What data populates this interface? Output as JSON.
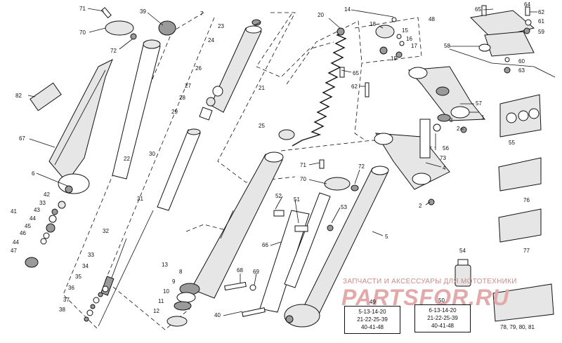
{
  "callouts": [
    "71",
    "39",
    "70",
    "72",
    "82",
    "67",
    "6",
    "42",
    "33",
    "43",
    "41",
    "44",
    "45",
    "46",
    "44",
    "47",
    "7",
    "22",
    "23",
    "24",
    "26",
    "27",
    "28",
    "29",
    "30",
    "31",
    "32",
    "33",
    "34",
    "35",
    "36",
    "37",
    "38",
    "13",
    "8",
    "9",
    "10",
    "11",
    "12",
    "20",
    "21",
    "25",
    "14",
    "18",
    "15",
    "16",
    "17",
    "19",
    "48",
    "65",
    "62",
    "64",
    "65",
    "62",
    "61",
    "59",
    "58",
    "60",
    "63",
    "1",
    "57",
    "2",
    "3",
    "56",
    "73",
    "4",
    "2",
    "55",
    "71",
    "72",
    "70",
    "52",
    "51",
    "53",
    "5",
    "66",
    "68",
    "69",
    "40",
    "54",
    "76",
    "77"
  ],
  "kits": [
    {
      "label": "49",
      "lines": [
        "5-13-14-20",
        "21-22-25-39",
        "40-41-48"
      ]
    },
    {
      "label": "50",
      "lines": [
        "6-13-14-20",
        "21-22-25-39",
        "40-41-48"
      ]
    }
  ],
  "tool_label": "78, 79, 80, 81",
  "watermark": {
    "top_text": "ЗАПЧАСТИ И АКСЕССУАРЫ ДЛЯ МОТОТЕХНИКИ",
    "logo_text": "PARTSFOR.RU"
  }
}
